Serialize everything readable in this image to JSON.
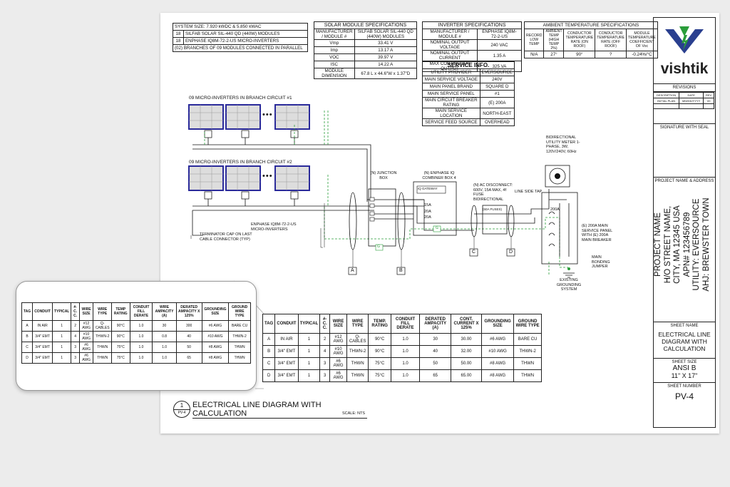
{
  "system_summary": {
    "rows": [
      {
        "qty": "",
        "text": "SYSTEM SIZE: 7.920 kWDC & 5.850 kWAC"
      },
      {
        "qty": "18",
        "text": "SILFAB SOLAR SIL-440 QD (440W) MODULES"
      },
      {
        "qty": "18",
        "text": "ENPHASE IQ8M-72-2-US MICRO-INVERTERS"
      },
      {
        "qty": "",
        "text": "(02) BRANCHES OF 09 MODULES CONNECTED IN PARALLEL"
      }
    ]
  },
  "module_specs": {
    "title": "SOLAR MODULE SPECIFICATIONS",
    "rows": [
      [
        "MANUFACTURER / MODULE #",
        "SILFAB SOLAR SIL-440 QD (440W) MODULES"
      ],
      [
        "Vmp",
        "33.41 V"
      ],
      [
        "Imp",
        "13.17 A"
      ],
      [
        "VOC",
        "39.97 V"
      ],
      [
        "ISC",
        "14.22 A"
      ],
      [
        "MODULE DIMENSION",
        "67.8 L x 44.6\"W x 1.37\"D"
      ]
    ]
  },
  "inverter_specs": {
    "title": "INVERTER SPECIFICATIONS",
    "rows": [
      [
        "MANUFACTURER / MODULE #",
        "ENPHASE IQ8M-72-2-US"
      ],
      [
        "NOMINAL OUTPUT VOLTAGE",
        "240 VAC"
      ],
      [
        "NOMINAL OUTPUT CURRENT",
        "1.35 A"
      ],
      [
        "MAX CONTINUOUS OUTPUT",
        "325 VA"
      ]
    ]
  },
  "ambient_specs": {
    "title": "AMBIENT TEMPERATURE SPECIFICATIONS",
    "headers": [
      "RECORD LOW TEMP",
      "AMBIENT TEMP (HIGH TEMP 2%)",
      "CONDUCTOR TEMPERATURE RATE (ON ROOF)",
      "CONDUCTOR TEMPERATURE RATE (OFF ROOF)",
      "MODULE TEMPERATURE COEFFICIENT OF Voc"
    ],
    "values": [
      "N/A",
      "27°",
      "90°",
      "?",
      "-0.24%/°C"
    ]
  },
  "service_info": {
    "title": "SERVICE INFO.",
    "rows": [
      [
        "UTILITY PROVIDER",
        "EVERSOURCE"
      ],
      [
        "MAIN SERVICE VOLTAGE",
        "240V"
      ],
      [
        "MAIN PANEL BRAND",
        "SQUARE D"
      ],
      [
        "MAIN SERVICE PANEL",
        "#1"
      ],
      [
        "MAIN CIRCUIT BREAKER RATING",
        "(E) 200A"
      ],
      [
        "MAIN SERVICE LOCATION",
        "NORTH-EAST"
      ],
      [
        "SERVICE FEED SOURCE",
        "OVERHEAD"
      ]
    ]
  },
  "diagram": {
    "branch1_label": "09 MICRO-INVERTERS IN BRANCH CIRCUIT #1",
    "branch2_label": "09 MICRO-INVERTERS IN BRANCH CIRCUIT #2",
    "dots": "•••",
    "inverter_note": "ENPHASE IQ8M-72-2-US MICRO-INVERTERS",
    "terminator_note": "TERMINATOR CAP ON LAST CABLE CONNECTOR (TYP)",
    "junction_box": "(N) JUNCTION BOX",
    "combiner_box": "(N) ENPHASE IQ COMBINER BOX 4",
    "iq_gateway": "IQ GATEWAY",
    "breaker_15a": "15A",
    "breaker_20a_1": "20A",
    "breaker_20a_2": "20A",
    "ac_disconnect": "(N) AC DISCONNECT: 600V, 15A MAX, 4f FUSE BIDIRECTIONAL",
    "fuses": "(60A FUSES)",
    "utility_meter": "BIDIRECTIONAL UTILITY METER 1-PHASE, 3W, 120V/240V, 60Hz",
    "line_side_tap": "LINE SIDE TAP",
    "main_breaker_amps": "200A",
    "main_panel_note": "(E) 200A MAIN SERVICE PANEL WITH (E) 200A MAIN BREAKER",
    "bonding_note": "MAIN BONDING JUMPER",
    "grounding_note": "EXISTING GROUNDING SYSTEM",
    "ground_tag": "G",
    "tags": [
      "A",
      "B",
      "C",
      "D"
    ]
  },
  "conduit_table": {
    "headers": [
      "TAG",
      "CONDUIT",
      "TYPICAL",
      "#- C. C.",
      "WIRE SIZE",
      "WIRE TYPE",
      "TEMP. RATING",
      "CONDUIT FILL DERATE",
      "DERATED AMPACITY (A)",
      "CONT. CURRENT X 125%",
      "GROUNDING SIZE",
      "GROUND WIRE TYPE"
    ],
    "rows": [
      [
        "A",
        "IN AIR",
        "1",
        "2",
        "#12 AWG",
        "Q-CABLES",
        "90°C",
        "1.0",
        "30",
        "30.00",
        "#6 AWG",
        "BARE CU"
      ],
      [
        "B",
        "3/4\" EMT",
        "1",
        "4",
        "#10 AWG",
        "THWN-2",
        "90°C",
        "1.0",
        "40",
        "32.00",
        "#10 AWG",
        "THWN-2"
      ],
      [
        "C",
        "3/4\" EMT",
        "1",
        "3",
        "#6 AWG",
        "THWN",
        "75°C",
        "1.0",
        "50",
        "50.00",
        "#8 AWG",
        "THWN"
      ],
      [
        "D",
        "3/4\" EMT",
        "1",
        "3",
        "#6 AWG",
        "THWN",
        "75°C",
        "1.0",
        "65",
        "65.00",
        "#8 AWG",
        "THWN"
      ]
    ]
  },
  "zoom_table": {
    "headers": [
      "TAG",
      "CONDUIT",
      "TYPICAL",
      "#- C. C.",
      "WIRE SIZE",
      "WIRE TYPE",
      "TEMP RATING",
      "CONDUIT FILL DERATE",
      "WIRE AMPACITY (A)",
      "DERATED AMPACITY X 125%",
      "GROUNDING SIZE",
      "GROUND WIRE TYPE"
    ],
    "rows": [
      [
        "A",
        "IN AIR",
        "1",
        "2",
        "#12 AWG",
        "Q-CABLES",
        "90°C",
        "1.0",
        "30",
        "300",
        "#6 AWG",
        "BARE CU"
      ],
      [
        "B",
        "3/4\" EMT",
        "1",
        "4",
        "#10 AWG",
        "THWN-2",
        "90°C",
        "1.0",
        "0.8",
        "40",
        "#10 AWG",
        "THWN-2"
      ],
      [
        "C",
        "3/4\" EMT",
        "1",
        "3",
        "#6 AWG",
        "THWN",
        "75°C",
        "1.0",
        "1.0",
        "50",
        "#8 AWG",
        "THWN"
      ],
      [
        "D",
        "3/4\" EMT",
        "1",
        "3",
        "#6 AWG",
        "THWN",
        "75°C",
        "1.0",
        "1.0",
        "65",
        "#8 AWG",
        "THWN"
      ]
    ]
  },
  "drawing_title": {
    "number": "1",
    "sheet_ref": "PV-4",
    "title": "ELECTRICAL LINE DIAGRAM WITH CALCULATION",
    "scale": "SCALE: NTS"
  },
  "title_block": {
    "logo_text": "vishtik",
    "brand_color": "#2a9d3a",
    "revisions_label": "REVISIONS",
    "rev_headers": [
      "DESCRIPTION",
      "DATE",
      "REV"
    ],
    "rev_row": [
      "INITIAL PLAN",
      "MM/DD/YYYY",
      "V0"
    ],
    "signature_label": "SIGNATURE WITH SEAL",
    "project_label": "PROJECT NAME & ADDRESS",
    "project_lines": [
      "PROJECT NAME",
      "H/O STREET NAME,",
      "CITY, MA 12345 USA",
      "APN# 123456789",
      "UTILITY: EVERSOURCE",
      "AHJ: BREWSTER TOWN"
    ],
    "sheet_name_label": "SHEET NAME",
    "sheet_name": "ELECTRICAL LINE DIAGRAM WITH CALCULATION",
    "sheet_size_label": "SHEET SIZE",
    "sheet_size": "ANSI B",
    "sheet_size2": "11\" X 17\"",
    "sheet_number_label": "SHEET NUMBER",
    "sheet_number": "PV-4"
  }
}
